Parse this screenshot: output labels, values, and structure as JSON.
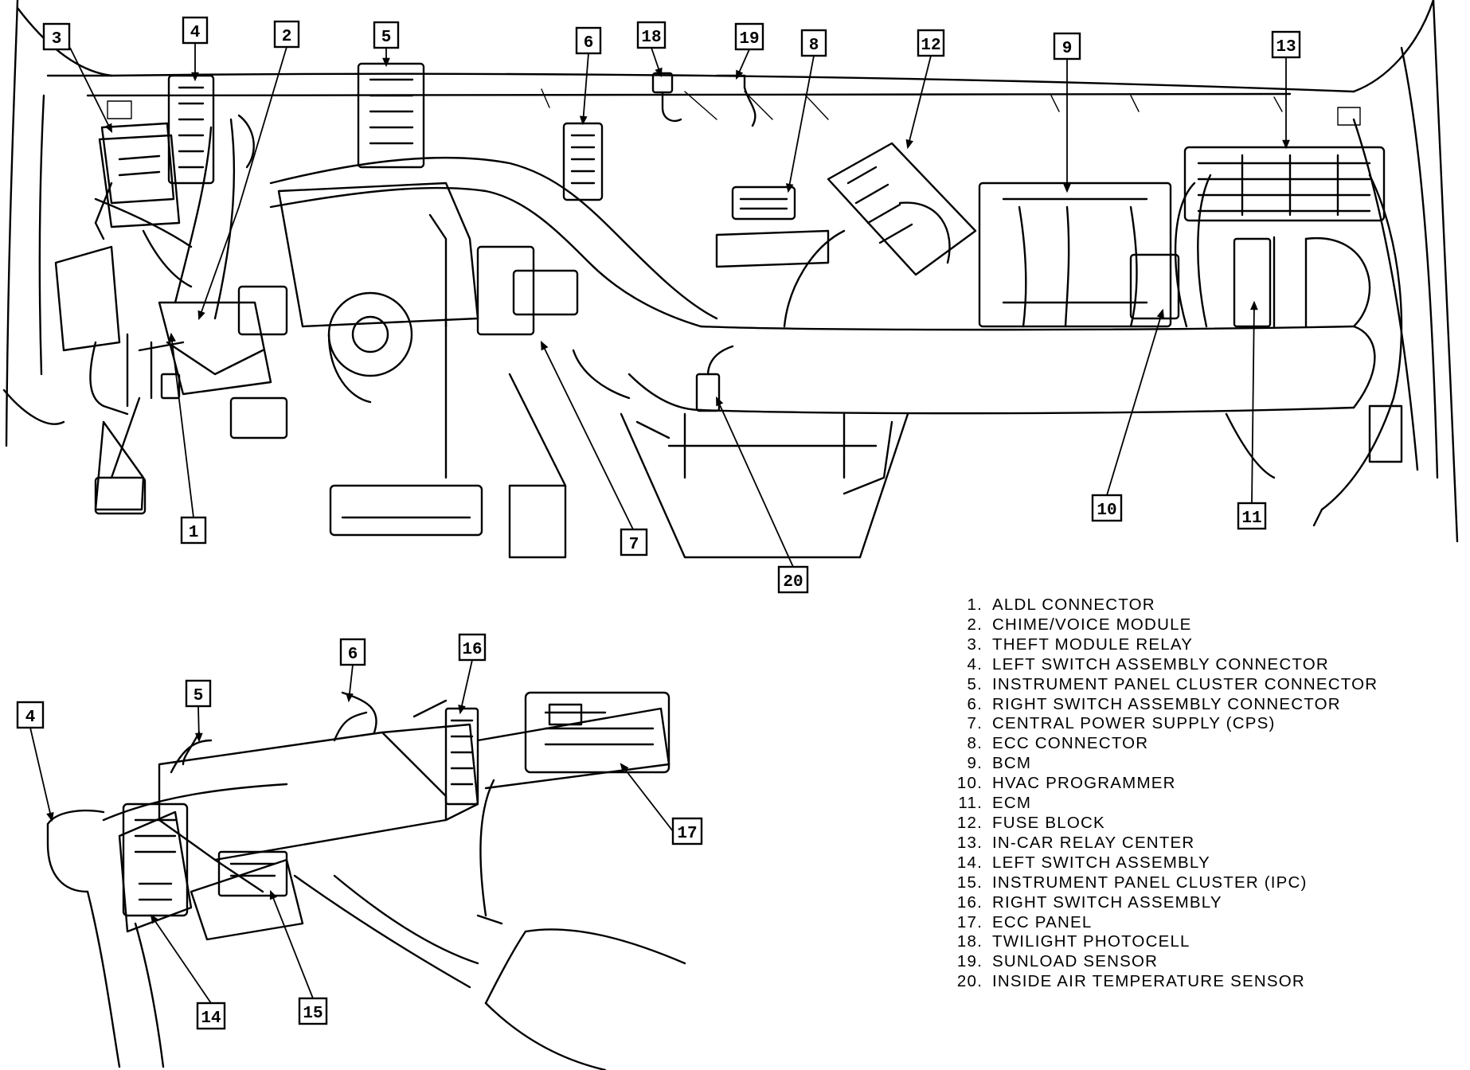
{
  "callouts": [
    {
      "n": "1"
    },
    {
      "n": "2"
    },
    {
      "n": "3"
    },
    {
      "n": "4"
    },
    {
      "n": "5"
    },
    {
      "n": "6"
    },
    {
      "n": "7"
    },
    {
      "n": "8"
    },
    {
      "n": "9"
    },
    {
      "n": "10"
    },
    {
      "n": "11"
    },
    {
      "n": "12"
    },
    {
      "n": "13"
    },
    {
      "n": "14"
    },
    {
      "n": "15"
    },
    {
      "n": "16"
    },
    {
      "n": "17"
    },
    {
      "n": "18"
    },
    {
      "n": "19"
    },
    {
      "n": "20"
    }
  ],
  "inset_callouts": [
    {
      "n": "4"
    },
    {
      "n": "5"
    },
    {
      "n": "6"
    },
    {
      "n": "16"
    },
    {
      "n": "17"
    },
    {
      "n": "14"
    },
    {
      "n": "15"
    }
  ],
  "legend": [
    {
      "num": "1.",
      "label": "ALDL CONNECTOR"
    },
    {
      "num": "2.",
      "label": "CHIME/VOICE MODULE"
    },
    {
      "num": "3.",
      "label": "THEFT MODULE RELAY"
    },
    {
      "num": "4.",
      "label": "LEFT SWITCH ASSEMBLY CONNECTOR"
    },
    {
      "num": "5.",
      "label": "INSTRUMENT PANEL CLUSTER CONNECTOR"
    },
    {
      "num": "6.",
      "label": "RIGHT SWITCH ASSEMBLY CONNECTOR"
    },
    {
      "num": "7.",
      "label": "CENTRAL POWER SUPPLY (CPS)"
    },
    {
      "num": "8.",
      "label": "ECC CONNECTOR"
    },
    {
      "num": "9.",
      "label": "BCM"
    },
    {
      "num": "10.",
      "label": "HVAC PROGRAMMER"
    },
    {
      "num": "11.",
      "label": "ECM"
    },
    {
      "num": "12.",
      "label": "FUSE BLOCK"
    },
    {
      "num": "13.",
      "label": "IN-CAR RELAY CENTER"
    },
    {
      "num": "14.",
      "label": "LEFT SWITCH ASSEMBLY"
    },
    {
      "num": "15.",
      "label": "INSTRUMENT PANEL CLUSTER (IPC)"
    },
    {
      "num": "16.",
      "label": "RIGHT SWITCH ASSEMBLY"
    },
    {
      "num": "17.",
      "label": "ECC PANEL"
    },
    {
      "num": "18.",
      "label": "TWILIGHT PHOTOCELL"
    },
    {
      "num": "19.",
      "label": "SUNLOAD SENSOR"
    },
    {
      "num": "20.",
      "label": "INSIDE AIR TEMPERATURE SENSOR"
    }
  ]
}
